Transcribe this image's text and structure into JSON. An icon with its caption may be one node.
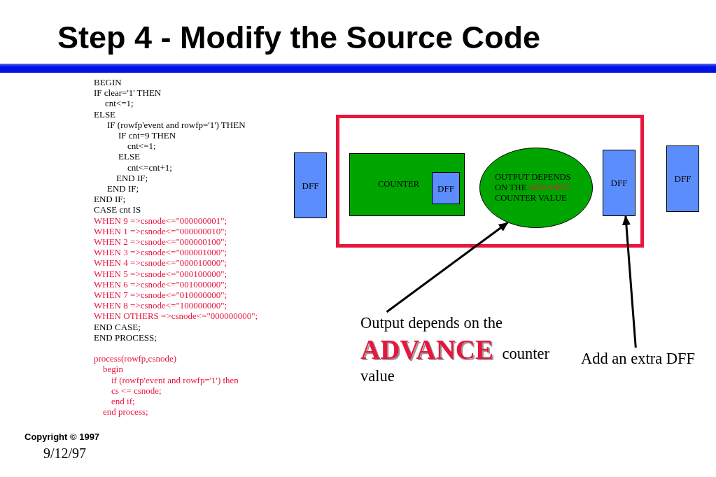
{
  "diagram": {
    "title": "Step 4 - Modify the Source Code",
    "nodes": [
      {
        "text": [
          "DFF"
        ]
      },
      {
        "text": [],
        "shape": "box"
      },
      {
        "text": [
          "COUNTER"
        ],
        "in": 1
      },
      {
        "text": [
          "DFF"
        ],
        "in": 2
      },
      {
        "text": [
          "OUTPUT DEPENDS ON THE ADVANCE COUNTER VALUE"
        ],
        "in": 1
      },
      {
        "text": [
          "DFF"
        ],
        "in": 1
      },
      {
        "text": [
          "DFF"
        ]
      },
      {
        "text": [
          "Output depends on the **ADVANCE** counter value"
        ]
      },
      {
        "text": [
          "Add an extra DFF"
        ]
      }
    ],
    "edges": [
      {
        "from": 7,
        "to": 4,
        "arrow": "to"
      },
      {
        "from": 8,
        "to": 5,
        "arrow": "to"
      }
    ],
    "labels": [
      "BEGIN",
      "IF clear='1' THEN",
      "cnt<=1;",
      "ELSE",
      "IF (rowfp'event and rowfp='1') THEN",
      "IF cnt=9 THEN",
      "cnt<=1;",
      "ELSE",
      "cnt<=cnt+1;",
      "END IF;",
      "END IF;",
      "END IF;",
      "CASE cnt IS",
      "WHEN 9 =>csnode<=\"000000001\";",
      "WHEN 1 =>csnode<=\"000000010\";",
      "WHEN 2 =>csnode<=\"000000100\";",
      "WHEN 3 =>csnode<=\"000001000\";",
      "WHEN 4 =>csnode<=\"000010000\";",
      "WHEN 5 =>csnode<=\"000100000\";",
      "WHEN 6 =>csnode<=\"001000000\";",
      "WHEN 7 =>csnode<=\"010000000\";",
      "WHEN 8 =>csnode<=\"100000000\";",
      "WHEN OTHERS =>csnode<=\"000000000\";",
      "END CASE;",
      "END PROCESS;",
      "process(rowfp,csnode)",
      "begin",
      "if (rowfp'event and rowfp='1') then",
      "cs <= csnode;",
      "end if;",
      "end process;",
      "Copyright © 1997",
      "9/12/97"
    ]
  }
}
